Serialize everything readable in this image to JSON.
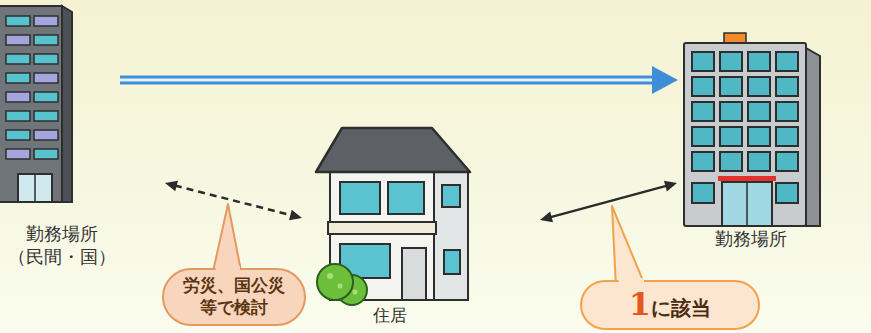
{
  "diagram": {
    "nodes": [
      {
        "text": [
          "勤務場所",
          "（民間・国）"
        ]
      },
      {
        "text": [
          "住居"
        ]
      },
      {
        "text": [
          "勤務場所"
        ]
      },
      {
        "text": [
          "労災、国公災 等で検討"
        ]
      },
      {
        "text": [
          "1",
          "に該当"
        ]
      }
    ],
    "edges": [
      {
        "from": 0,
        "to": 2,
        "arrow": "to"
      },
      {
        "from": 0,
        "to": 1,
        "arrow": "both"
      },
      {
        "from": 1,
        "to": 2,
        "arrow": "both"
      }
    ]
  }
}
